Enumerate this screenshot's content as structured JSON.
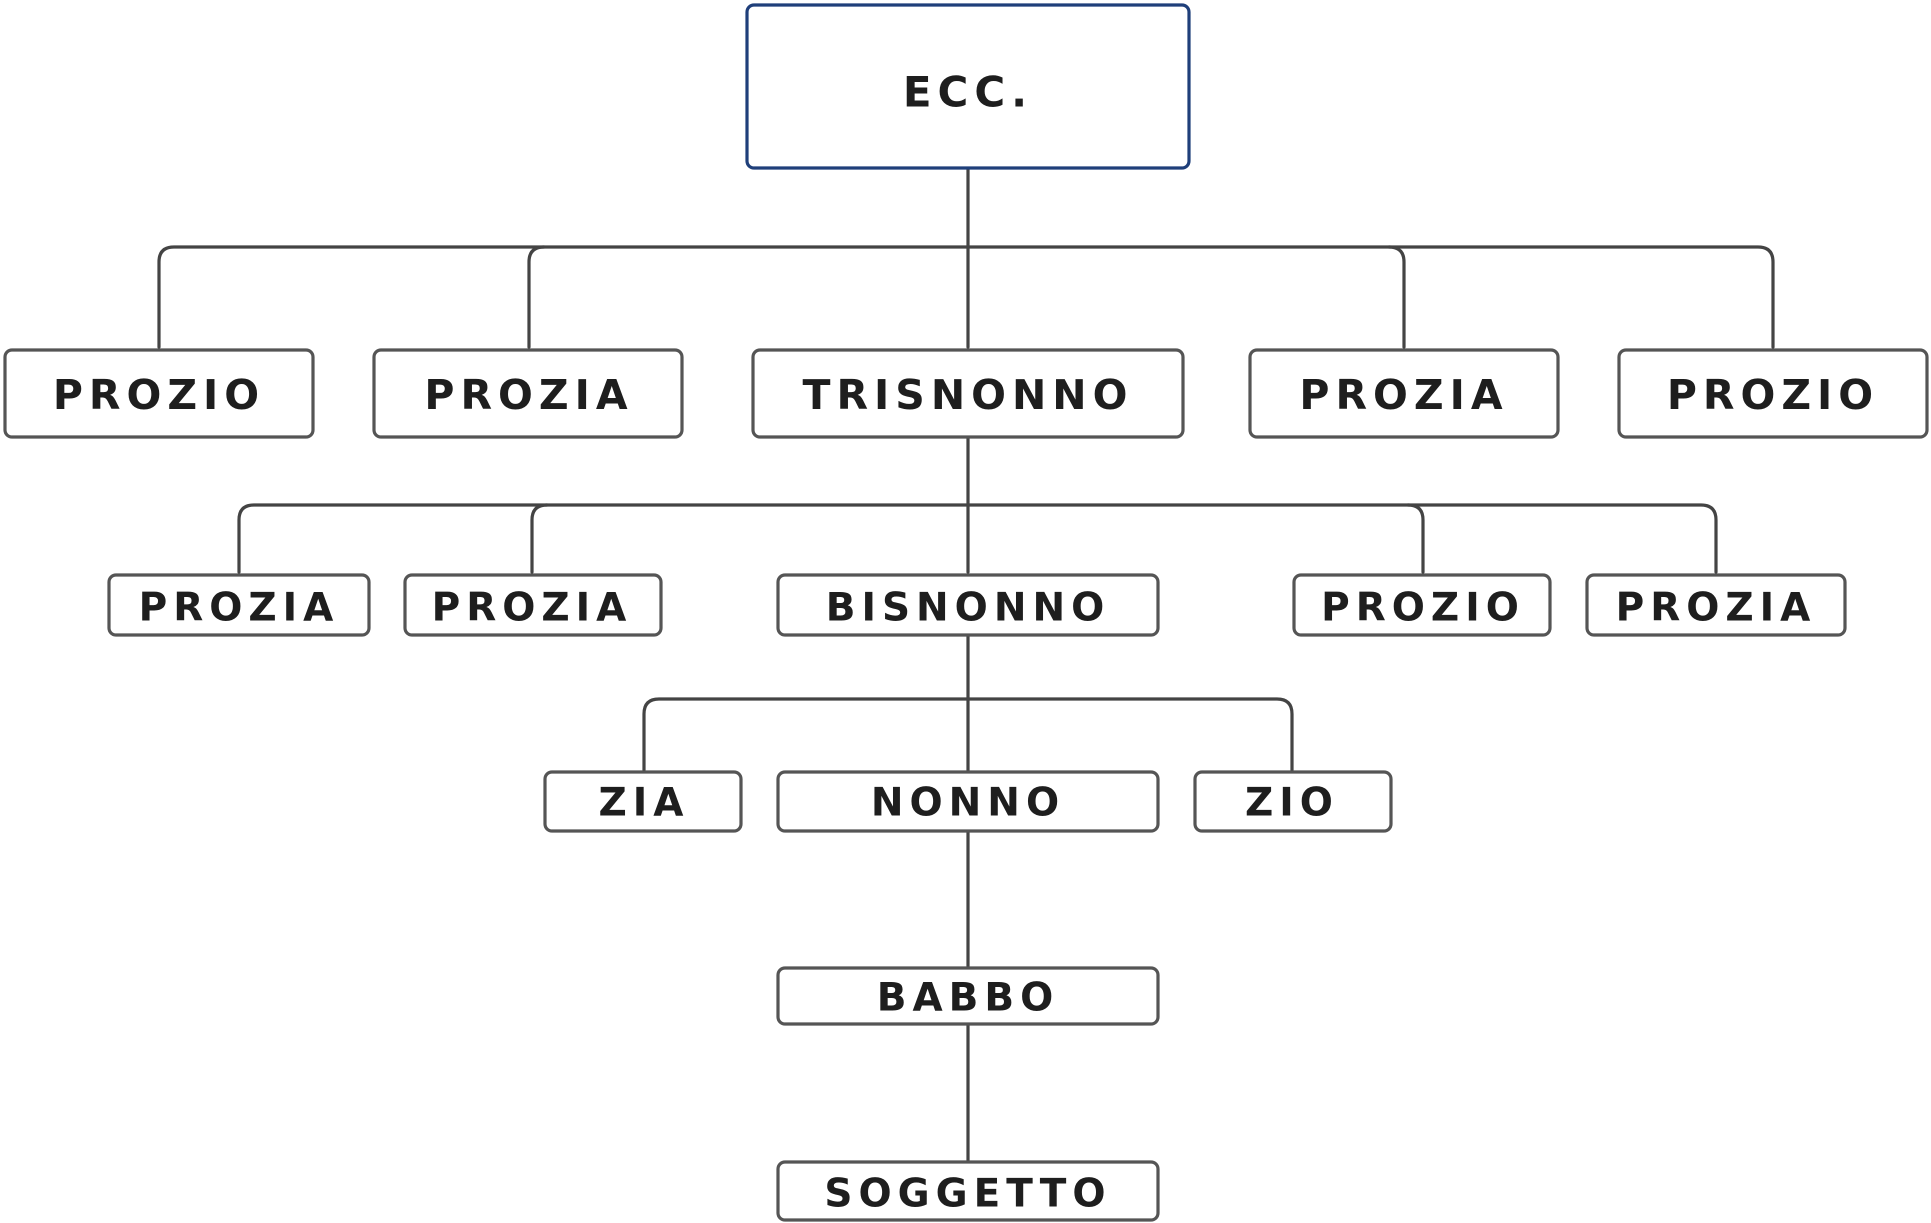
{
  "root": {
    "label": "ECC."
  },
  "level1": {
    "left": [
      {
        "label": "PROZIO"
      },
      {
        "label": "PROZIA"
      }
    ],
    "main": {
      "label": "TRISNONNO"
    },
    "right": [
      {
        "label": "PROZIA"
      },
      {
        "label": "PROZIO"
      }
    ]
  },
  "level2": {
    "left": [
      {
        "label": "PROZIA"
      },
      {
        "label": "PROZIA"
      }
    ],
    "main": {
      "label": "BISNONNO"
    },
    "right": [
      {
        "label": "PROZIO"
      },
      {
        "label": "PROZIA"
      }
    ]
  },
  "level3": {
    "left": {
      "label": "ZIA"
    },
    "main": {
      "label": "NONNO"
    },
    "right": {
      "label": "ZIO"
    }
  },
  "level4": {
    "main": {
      "label": "BABBO"
    }
  },
  "level5": {
    "main": {
      "label": "SOGGETTO"
    }
  },
  "colors": {
    "root_border": "#1f3f7a",
    "node_border": "#555555",
    "line": "#444444",
    "text": "#1e1e1e"
  }
}
